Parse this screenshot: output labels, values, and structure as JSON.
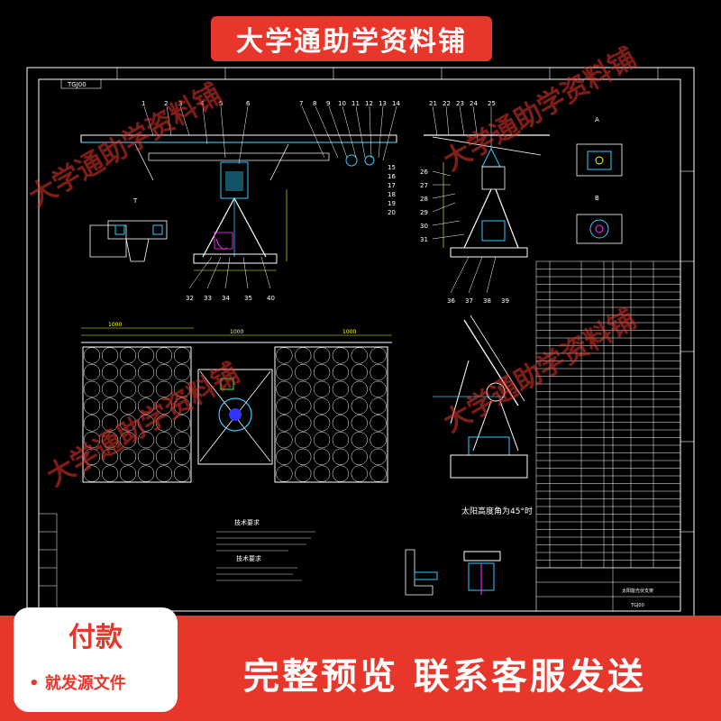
{
  "banner": {
    "title": "大学通助学资料铺"
  },
  "watermark": {
    "text": "大学通助学资料铺"
  },
  "drawing": {
    "drawing_no": "TGJ00",
    "caption_45": "太阳高度角为45°时",
    "tech_req_title": "技术要求",
    "tech_req_title2": "技术要求",
    "titleblock_name": "太阳能光伏支架",
    "titleblock_code": "TGJ00",
    "dim_left": "1000",
    "dim_mid": "1000",
    "dim_right": "1000",
    "section_a": "A",
    "section_b": "B",
    "section_t": "T"
  },
  "footer": {
    "pay_title": "付款",
    "pay_sub": "• 就发源文件",
    "cta": "完整预览  联系客服发送"
  },
  "colors": {
    "accent": "#e8362b",
    "canvas": "#000000",
    "line": "#ffffff",
    "cyan": "#3cf",
    "green": "#3f3",
    "yellow": "#ff3",
    "magenta": "#f3f"
  }
}
